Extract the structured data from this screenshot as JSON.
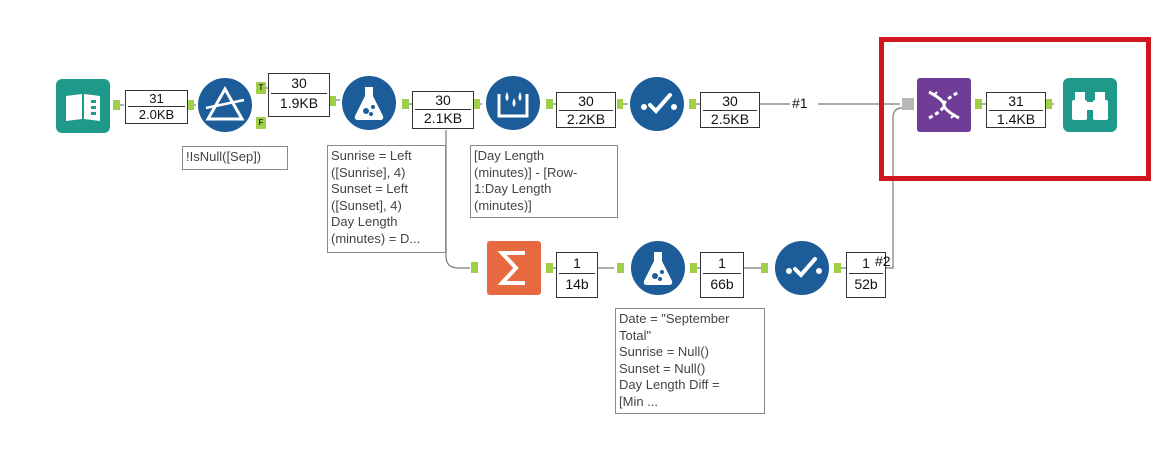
{
  "workflow": {
    "anchors": {
      "filter_true": "T",
      "filter_false": "F"
    },
    "metrics": {
      "input_out": {
        "records": "31",
        "size": "2.0KB"
      },
      "filter_true_out": {
        "records": "30",
        "size": "1.9KB"
      },
      "formula_out": {
        "records": "30",
        "size": "2.1KB"
      },
      "multirow_out": {
        "records": "30",
        "size": "2.2KB"
      },
      "select_out": {
        "records": "30",
        "size": "2.5KB"
      },
      "union_out": {
        "records": "31",
        "size": "1.4KB"
      },
      "summarize_out": {
        "records": "1",
        "size": "14b"
      },
      "formula2_out": {
        "records": "1",
        "size": "66b"
      },
      "select2_out": {
        "records": "1",
        "size": "52b"
      }
    },
    "annotations": {
      "filter": "!IsNull([Sep])",
      "formula": "Sunrise = Left\n([Sunrise], 4)\nSunset = Left\n([Sunset], 4)\nDay Length\n(minutes) = D...",
      "multirow": "[Day Length\n(minutes)] - [Row-\n1:Day Length\n(minutes)]",
      "formula2": "Date = \"September\nTotal\"\nSunrise = Null()\nSunset = Null()\nDay Length Diff =\n[Min ..."
    },
    "connection_labels": {
      "union_input_1": "#1",
      "union_input_2": "#2"
    },
    "icons": {
      "input": "book-icon",
      "filter": "filter-triangle-icon",
      "formula": "flask-icon",
      "multirow": "multi-row-formula-icon",
      "select": "checkmark-icon",
      "union": "dna-icon",
      "browse": "binoculars-icon",
      "summarize": "sigma-icon"
    },
    "colors": {
      "blue_tool": "#1c5d99",
      "teal_tool": "#1f9a8a",
      "orange_tool": "#e8693f",
      "purple_tool": "#6f3c97",
      "connector": "#9fd04a",
      "highlight": "#d0161c"
    }
  }
}
